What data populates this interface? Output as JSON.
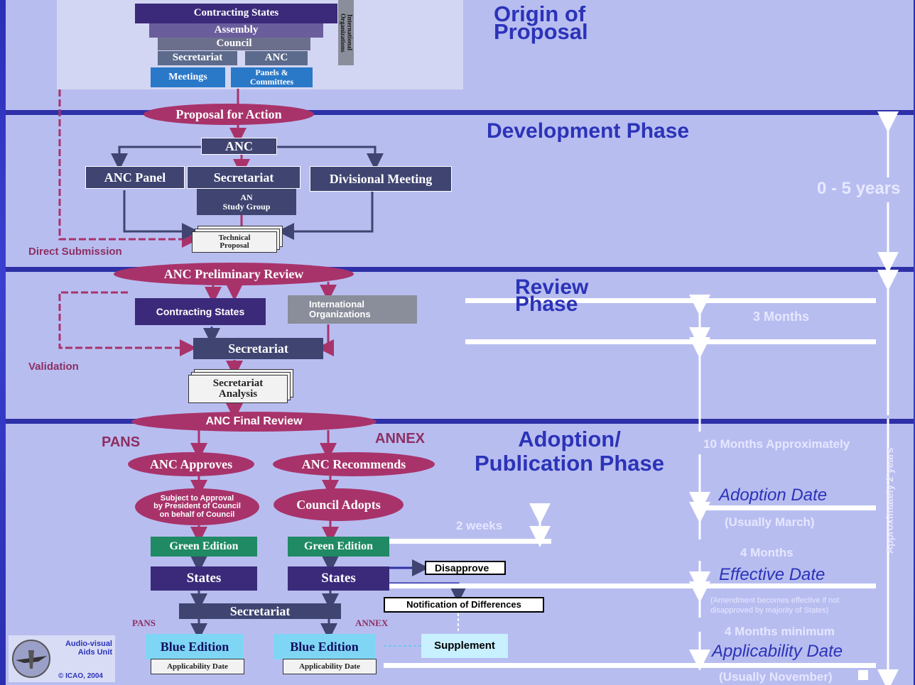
{
  "origin": {
    "contracting_states": "Contracting States",
    "assembly": "Assembly",
    "council": "Council",
    "secretariat": "Secretariat",
    "anc": "ANC",
    "meetings": "Meetings",
    "panels": "Panels &\nCommittees",
    "intl_orgs": "International Organizations"
  },
  "phases": {
    "origin": "Origin of\nProposal",
    "development": "Development Phase",
    "review": "Review\nPhase",
    "adoption": "Adoption/\nPublication Phase"
  },
  "development": {
    "proposal": "Proposal for Action",
    "anc": "ANC",
    "panel": "ANC Panel",
    "secretariat": "Secretariat",
    "divisional": "Divisional Meeting",
    "study_group": "AN\nStudy Group",
    "technical": "Technical\nProposal",
    "direct": "Direct Submission",
    "duration": "0 - 5 years"
  },
  "review": {
    "preliminary": "ANC Preliminary Review",
    "contracting": "Contracting States",
    "intl": "International\nOrganizations",
    "secretariat": "Secretariat",
    "analysis": "Secretariat\nAnalysis",
    "validation": "Validation",
    "months": "3 Months"
  },
  "adoption": {
    "final": "ANC Final Review",
    "pans": "PANS",
    "annex": "ANNEX",
    "approves": "ANC Approves",
    "recommends": "ANC Recommends",
    "subject": "Subject to Approval\nby President of Council\non behalf of Council",
    "council_adopts": "Council Adopts",
    "green1": "Green Edition",
    "green2": "Green Edition",
    "states1": "States",
    "states2": "States",
    "disapprove": "Disapprove",
    "notification": "Notification of Differences",
    "secretariat": "Secretariat",
    "pans_small": "PANS",
    "annex_small": "ANNEX",
    "blue1": "Blue Edition",
    "blue2": "Blue Edition",
    "applic1": "Applicability Date",
    "applic2": "Applicability Date",
    "supplement": "Supplement",
    "ten_months": "10 Months Approximately",
    "adoption_date": "Adoption Date",
    "usually_march": "(Usually March)",
    "two_weeks": "2 weeks",
    "four_months": "4 Months",
    "effective_date": "Effective Date",
    "amendment_note": "(Amendment becomes effective if not disapproved by majority of States)",
    "four_months_min": "4 Months minimum",
    "applicability_date": "Applicability Date",
    "usually_november": "(Usually November)",
    "approx_2_years": "Approximately 2 years"
  },
  "footer": {
    "unit": "Audio-visual\nAids Unit",
    "copyright": "© ICAO, 2004"
  },
  "colors": {
    "background": "#b8bdf0",
    "divider": "#2e30a8",
    "ellipse": "#a8336a",
    "phase_text": "#2b33b8"
  }
}
